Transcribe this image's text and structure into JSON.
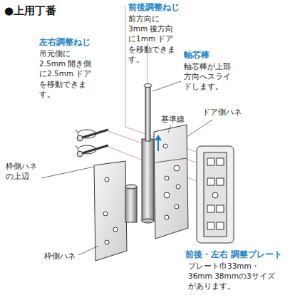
{
  "diagram": {
    "title": "●上用丁番",
    "labels": [
      "前後調整ねじ",
      "前方向に3mm 後方向に1mm ドアを移動できます。",
      "左右調整ねじ",
      "吊元側に2.5mm 開き側に2.5mm ドアを移動できます。",
      "軸芯棒",
      "軸芯棒が上部方向へスライドします。",
      "基準線",
      "ドア側ハネ",
      "枠側ハネの上辺",
      "枠側ハネ",
      "前後・左右 調整プレート",
      "プレート巾33mm・36mm 38mmの3サイズがあります。"
    ]
  }
}
